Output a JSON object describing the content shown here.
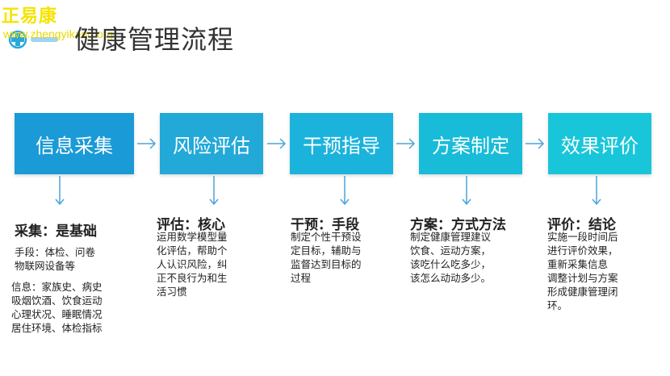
{
  "watermark": {
    "name": "正易康",
    "url": "www.zhengyikang.org"
  },
  "title": "健康管理流程",
  "colors": {
    "step1": "#1a9ad6",
    "step2": "#22a9d8",
    "step3": "#1bb3dc",
    "step4": "#18bcd8",
    "step5": "#19c6d9",
    "arrow": "#4aa3d8"
  },
  "steps": [
    {
      "label": "信息采集"
    },
    {
      "label": "风险评估"
    },
    {
      "label": "干预指导"
    },
    {
      "label": "方案制定"
    },
    {
      "label": "效果评价"
    }
  ],
  "columns": [
    {
      "title": "采集：是基础",
      "text1": "手段：体检、问卷\n物联网设备等",
      "text2": "信息：家族史、病史\n吸烟饮酒、饮食运动\n心理状况、睡眠情况\n居住环境、体检指标"
    },
    {
      "title": "评估：核心",
      "text1": "运用数学模型量\n化评估，帮助个\n人认识风险，纠\n正不良行为和生\n活习惯"
    },
    {
      "title": "干预：手段",
      "text1": "制定个性干预设\n定目标，辅助与\n监督达到目标的\n过程"
    },
    {
      "title": "方案：方式方法",
      "text1": "制定健康管理建议\n饮食、运动方案，\n该吃什么吃多少，\n该怎么动动多少。"
    },
    {
      "title": "评价：结论",
      "text1": "实施一段时间后\n进行评价效果，\n重新采集信息\n调整计划与方案\n形成健康管理闭\n环。"
    }
  ]
}
